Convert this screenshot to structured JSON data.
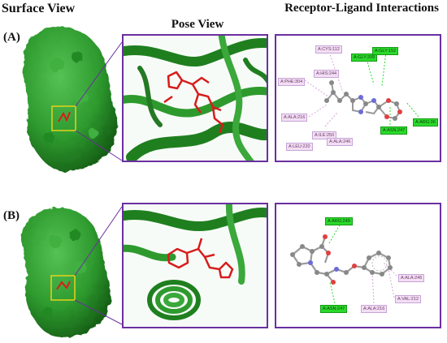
{
  "headers": {
    "surface": "Surface View",
    "pose": "Pose View",
    "rli": "Receptor-Ligand Interactions"
  },
  "panels": [
    {
      "label": "(A)",
      "residues": [
        {
          "text": "A:CYS:112",
          "kind": "p"
        },
        {
          "text": "A:GLY:209",
          "kind": "h"
        },
        {
          "text": "A:GLY:152",
          "kind": "h"
        },
        {
          "text": "A:HIS:244",
          "kind": "p"
        },
        {
          "text": "A:PHE:304",
          "kind": "p"
        },
        {
          "text": "A:ALA:216",
          "kind": "p"
        },
        {
          "text": "A:ILE:250",
          "kind": "p"
        },
        {
          "text": "A:LEU:220",
          "kind": "p"
        },
        {
          "text": "A:ALA:246",
          "kind": "p"
        },
        {
          "text": "A:ASN:247",
          "kind": "h"
        },
        {
          "text": "A:ARG:36",
          "kind": "h"
        }
      ]
    },
    {
      "label": "(B)",
      "residues": [
        {
          "text": "A:ARG:249",
          "kind": "h"
        },
        {
          "text": "A:ALA:246",
          "kind": "p"
        },
        {
          "text": "A:VAL:212",
          "kind": "p"
        },
        {
          "text": "A:ALA:216",
          "kind": "p"
        },
        {
          "text": "A:ASN:247",
          "kind": "h"
        }
      ]
    }
  ],
  "colors": {
    "frame": "#6a2fa0",
    "protein": "#2e9a2e",
    "ligand": "#d81c1c",
    "hbond": "#2bd92b",
    "hydrophobic": "#f3def3"
  }
}
